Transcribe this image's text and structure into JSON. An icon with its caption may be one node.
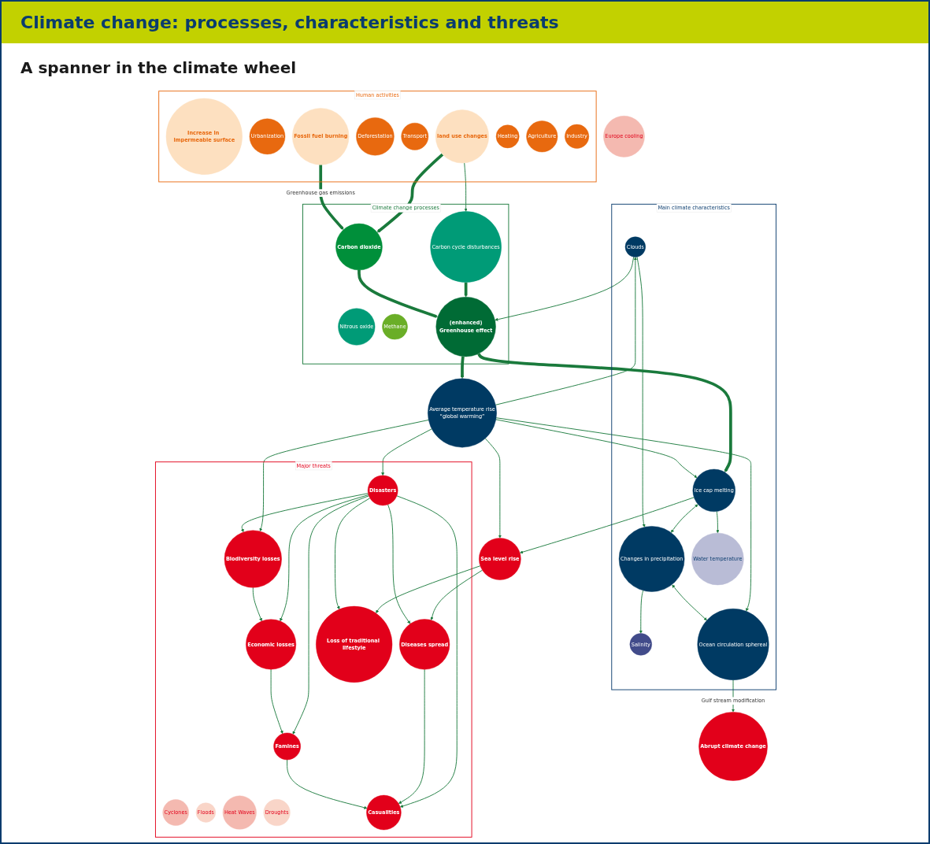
{
  "diagram": {
    "title": "Climate change: processes, characteristics and threats",
    "nodes": [
      {
        "text": [
          "Main climate characteristics"
        ]
      },
      {
        "text": [
          "Ice cap melting"
        ],
        "in": 0
      },
      {
        "text": [
          "Changes in precipitation"
        ],
        "in": 0
      },
      {
        "text": [
          "Water temperature"
        ],
        "in": 0
      },
      {
        "text": [
          "Salinity"
        ],
        "in": 0
      },
      {
        "text": [
          "Ocean circulation sphereal"
        ],
        "in": 0
      },
      {
        "text": [
          "Clouds"
        ],
        "in": 0
      },
      {
        "text": [
          "Climate change processes"
        ]
      },
      {
        "text": [
          "Average temperature rise",
          "“global warming”"
        ]
      },
      {
        "text": [
          "Abrupt climate change"
        ]
      },
      {
        "text": [
          "Europe cooling"
        ]
      },
      {
        "text": [
          "Carbon cycle disturbances"
        ],
        "in": 7
      },
      {
        "text": [
          "(enhanced)",
          "Greenhouse effect"
        ],
        "in": 7
      },
      {
        "text": [
          "Human activities"
        ]
      },
      {
        "text": [
          "Increase in impermeable surface"
        ],
        "in": 13
      },
      {
        "text": [
          "Urbanization"
        ],
        "in": 13
      },
      {
        "text": [
          "land use changes"
        ],
        "in": 13
      },
      {
        "text": [
          "Deforestation"
        ],
        "in": 13
      },
      {
        "text": [
          "Carbon dioxide"
        ],
        "in": 7
      },
      {
        "text": [
          "Nitrous oxide"
        ],
        "in": 7
      },
      {
        "text": [
          "Methane"
        ],
        "in": 7
      },
      {
        "text": [
          "Sea level rise"
        ]
      },
      {
        "text": [
          "Transport"
        ],
        "in": 13
      },
      {
        "text": [
          "Fossil fuel burning"
        ],
        "in": 13
      },
      {
        "text": [
          "Heating"
        ],
        "in": 13
      },
      {
        "text": [
          "Agriculture"
        ],
        "in": 13
      },
      {
        "text": [
          "Industry"
        ],
        "in": 13
      },
      {
        "text": [
          "Major threats"
        ]
      },
      {
        "text": [
          "Cyclones"
        ],
        "in": 27
      },
      {
        "text": [
          "Floods"
        ],
        "in": 27
      },
      {
        "text": [
          "Heat Waves"
        ],
        "in": 27
      },
      {
        "text": [
          "Loss of traditional lifestyle"
        ],
        "in": 27
      },
      {
        "text": [
          "Droughts"
        ],
        "in": 27
      },
      {
        "text": [
          "Diseases spread"
        ],
        "in": 27
      },
      {
        "text": [
          "Disasters"
        ],
        "in": 27
      },
      {
        "text": [
          "Biodiversity losses"
        ],
        "in": 27
      },
      {
        "text": [
          "Casualities"
        ],
        "in": 27
      },
      {
        "text": [
          "Economic losses"
        ],
        "in": 27
      },
      {
        "text": [
          "Famines"
        ],
        "in": 27
      }
    ],
    "edges": [
      {
        "from": 16,
        "to": 11,
        "arrow": "to"
      },
      {
        "from": 16,
        "to": 18,
        "arrow": "to",
        "style": "thick"
      },
      {
        "from": 23,
        "to": 18,
        "arrow": "to",
        "style": "thick",
        "label": "Greenhouse gas emissions"
      },
      {
        "from": 11,
        "to": 12,
        "arrow": "to",
        "style": "thick"
      },
      {
        "from": 18,
        "to": 12,
        "arrow": "to",
        "style": "thick"
      },
      {
        "from": 12,
        "to": 8,
        "arrow": "to",
        "style": "thick"
      },
      {
        "from": 12,
        "to": 1,
        "arrow": "to",
        "style": "thick"
      },
      {
        "from": 6,
        "to": 12,
        "arrow": "to"
      },
      {
        "from": 8,
        "to": 1,
        "arrow": "to"
      },
      {
        "from": 8,
        "to": 6,
        "arrow": "to"
      },
      {
        "from": 8,
        "to": 5,
        "arrow": "to"
      },
      {
        "from": 8,
        "to": 21,
        "arrow": "to"
      },
      {
        "from": 8,
        "to": 35,
        "arrow": "to"
      },
      {
        "from": 8,
        "to": 34,
        "arrow": "to"
      },
      {
        "from": 1,
        "to": 21,
        "arrow": "to"
      },
      {
        "from": 1,
        "to": 2,
        "arrow": "both"
      },
      {
        "from": 1,
        "to": 3,
        "arrow": "to"
      },
      {
        "from": 2,
        "to": 4,
        "arrow": "to"
      },
      {
        "from": 6,
        "to": 2,
        "arrow": "to"
      },
      {
        "from": 2,
        "to": 5,
        "arrow": "both"
      },
      {
        "from": 5,
        "to": 9,
        "arrow": "to",
        "label": "Gulf stream modification"
      },
      {
        "from": 21,
        "to": 31,
        "arrow": "to"
      },
      {
        "from": 21,
        "to": 33,
        "arrow": "to"
      },
      {
        "from": 34,
        "to": 33,
        "arrow": "to"
      },
      {
        "from": 34,
        "to": 31,
        "arrow": "to"
      },
      {
        "from": 34,
        "to": 35,
        "arrow": "to"
      },
      {
        "from": 34,
        "to": 37,
        "arrow": "to"
      },
      {
        "from": 34,
        "to": 38,
        "arrow": "to"
      },
      {
        "from": 34,
        "to": 36,
        "arrow": "to"
      },
      {
        "from": 33,
        "to": 36,
        "arrow": "to"
      },
      {
        "from": 35,
        "to": 37,
        "arrow": "to"
      },
      {
        "from": 37,
        "to": 38,
        "arrow": "to"
      },
      {
        "from": 38,
        "to": 36,
        "arrow": "to"
      }
    ],
    "labels": [
      "A spanner in the climate wheel"
    ]
  }
}
